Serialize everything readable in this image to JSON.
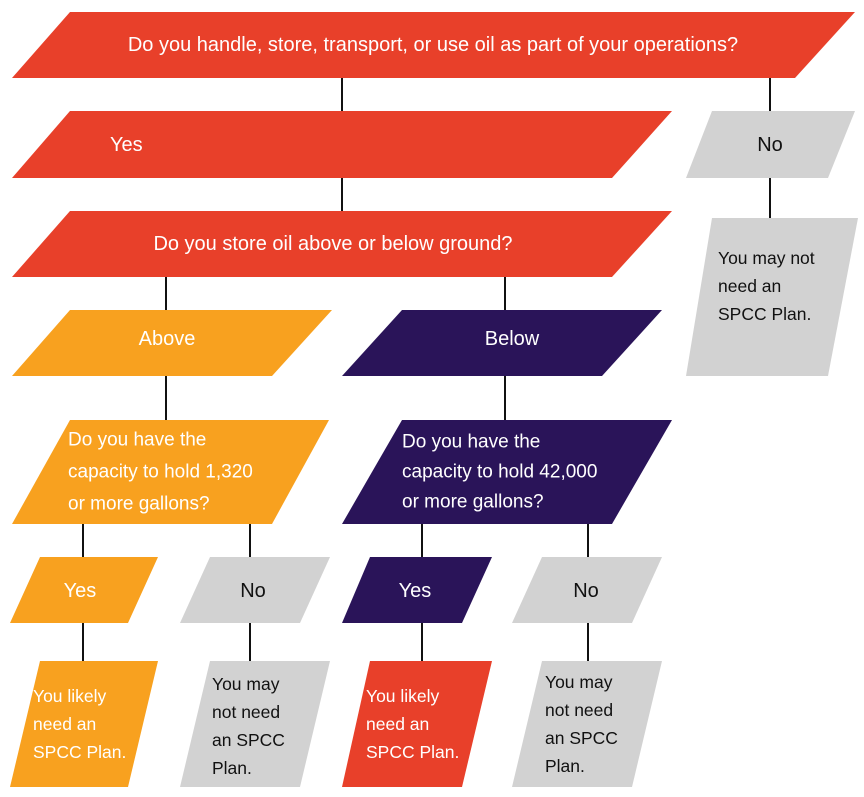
{
  "colors": {
    "red": "#E8402A",
    "orange": "#F8A11F",
    "purple": "#2A1459",
    "gray": "#D2D2D2",
    "line": "#111111",
    "text_light": "#ffffff",
    "text_dark": "#111111"
  },
  "nodes": {
    "q_handle_oil": {
      "text": [
        "Do you handle, store, transport, or use oil as part of your operations?"
      ],
      "fill": "red",
      "ink": "light"
    },
    "yes_top": {
      "text": [
        "Yes"
      ],
      "fill": "red",
      "ink": "light"
    },
    "no_top": {
      "text": [
        "No"
      ],
      "fill": "gray",
      "ink": "dark"
    },
    "no_top_result": {
      "text": [
        "You may not",
        "need an",
        "SPCC Plan."
      ],
      "fill": "gray",
      "ink": "dark"
    },
    "q_above_below": {
      "text": [
        "Do you store oil above or below ground?"
      ],
      "fill": "red",
      "ink": "light"
    },
    "above": {
      "text": [
        "Above"
      ],
      "fill": "orange",
      "ink": "light"
    },
    "below": {
      "text": [
        "Below"
      ],
      "fill": "purple",
      "ink": "light"
    },
    "q_capacity_1320": {
      "text": [
        "Do you have the",
        "capacity to hold 1,320",
        "or more gallons?"
      ],
      "fill": "orange",
      "ink": "light"
    },
    "q_capacity_42000": {
      "text": [
        "Do you have the",
        "capacity to hold 42,000",
        "or more gallons?"
      ],
      "fill": "purple",
      "ink": "light"
    },
    "yes_above": {
      "text": [
        "Yes"
      ],
      "fill": "orange",
      "ink": "light"
    },
    "no_above": {
      "text": [
        "No"
      ],
      "fill": "gray",
      "ink": "dark"
    },
    "yes_below": {
      "text": [
        "Yes"
      ],
      "fill": "purple",
      "ink": "light"
    },
    "no_below": {
      "text": [
        "No"
      ],
      "fill": "gray",
      "ink": "dark"
    },
    "result_yes_above": {
      "text": [
        "You likely",
        "need an",
        "SPCC Plan."
      ],
      "fill": "orange",
      "ink": "light"
    },
    "result_no_above": {
      "text": [
        "You may",
        "not need",
        "an SPCC",
        "Plan."
      ],
      "fill": "gray",
      "ink": "dark"
    },
    "result_yes_below": {
      "text": [
        "You likely",
        "need an",
        "SPCC Plan."
      ],
      "fill": "red",
      "ink": "light"
    },
    "result_no_below": {
      "text": [
        "You may",
        "not need",
        "an SPCC",
        "Plan."
      ],
      "fill": "gray",
      "ink": "dark"
    }
  }
}
